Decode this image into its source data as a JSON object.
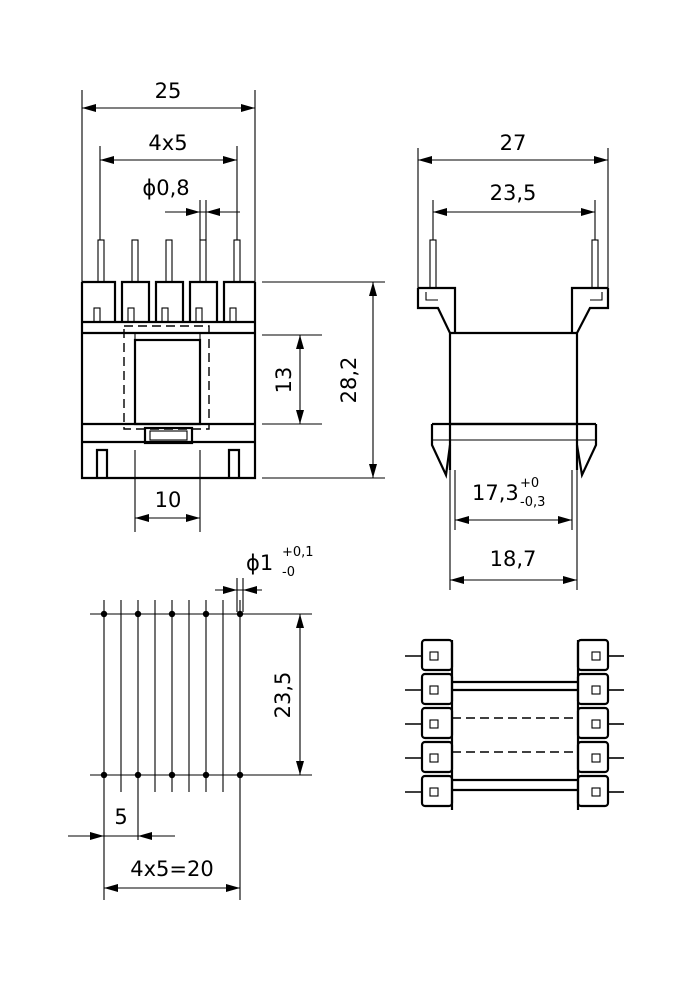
{
  "dimensions": {
    "overall_width": "25",
    "pin_pitch_total": "4x5",
    "pin_diameter": "ϕ0,8",
    "core_window_height": "13",
    "overall_height": "28,2",
    "core_window_width": "10",
    "side_overall_width": "27",
    "side_pin_span": "23,5",
    "flange_inner_main": "17,3",
    "flange_inner_tol_upper": "+0",
    "flange_inner_tol_lower": "-0,3",
    "flange_outer": "18,7",
    "hole_diameter_main": "ϕ1",
    "hole_tol_upper": "+0,1",
    "hole_tol_lower": "-0",
    "row_spacing": "23,5",
    "pitch": "5",
    "pitch_total": "4x5=20"
  },
  "views": [
    "front-view",
    "side-view",
    "pcb-hole-pattern",
    "bottom-view"
  ]
}
